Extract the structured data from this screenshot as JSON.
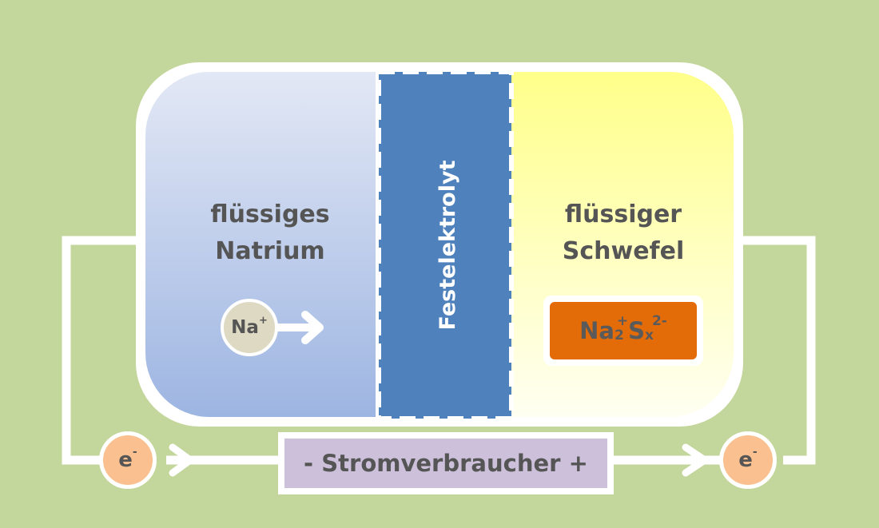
{
  "diagram": {
    "anode": {
      "line1": "flüssiges",
      "line2": "Natrium"
    },
    "electrolyte": {
      "label": "Festelektrolyt"
    },
    "cathode": {
      "line1": "flüssiger",
      "line2": "Schwefel"
    },
    "ion": {
      "symbol": "Na",
      "charge": "+"
    },
    "product": {
      "na": "Na",
      "na_sub": "2",
      "na_sup": "+",
      "s": "S",
      "s_sub": "x",
      "s_sup": "2-"
    },
    "electron_left": {
      "symbol": "e",
      "charge": "-"
    },
    "electron_right": {
      "symbol": "e",
      "charge": "-"
    },
    "load": {
      "minus": "-",
      "label": "Stromverbraucher",
      "plus": "+"
    }
  },
  "colors": {
    "background": "#c3d69b",
    "anode_top": "#e3e8f5",
    "anode_bottom": "#9db5e2",
    "electrolyte": "#4f81bd",
    "cathode_top": "#ffff8a",
    "cathode_bottom": "#fffff0",
    "product": "#e36c09",
    "electron": "#fac090",
    "ion": "#ddd9c3",
    "load": "#ccc0da",
    "text": "#555555"
  }
}
